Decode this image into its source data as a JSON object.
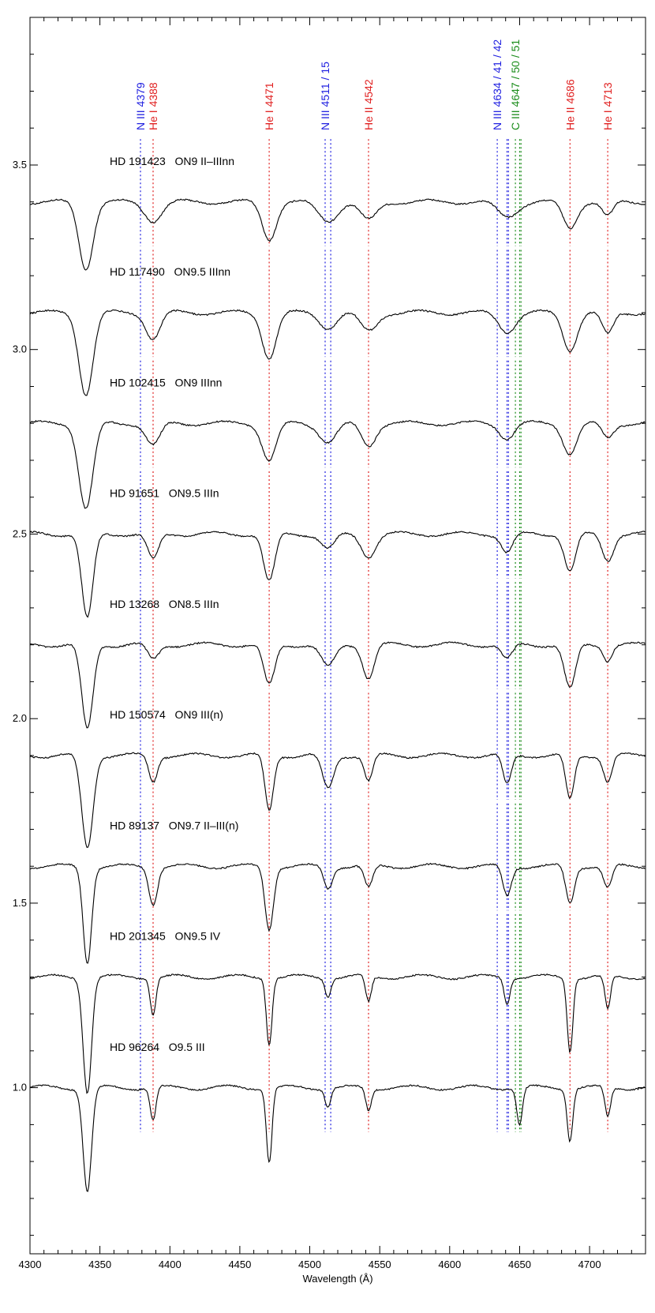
{
  "colors": {
    "N III": "#2020e0",
    "He I": "#e02020",
    "He II": "#e02020",
    "C III": "#1a8c1a",
    "spectrum": "#000000"
  },
  "chart_data": {
    "type": "line",
    "xlabel": "Wavelength (Å)",
    "ylabel": "",
    "xlim": [
      4300,
      4740
    ],
    "ylim": [
      0.55,
      3.9
    ],
    "x_ticks": [
      4300,
      4350,
      4400,
      4450,
      4500,
      4550,
      4600,
      4650,
      4700
    ],
    "y_ticks": [
      1.0,
      1.5,
      2.0,
      2.5,
      3.0,
      3.5
    ],
    "y_tick_labels": [
      "1.0",
      "1.5",
      "2.0",
      "2.5",
      "3.0",
      "3.5"
    ],
    "grid": false,
    "line_labels": [
      {
        "parts": [
          {
            "text": "N III",
            "species": "N III"
          },
          {
            "text": " 4379",
            "species": "N III"
          }
        ],
        "wavelengths": [
          4379
        ]
      },
      {
        "parts": [
          {
            "text": "He I",
            "species": "He I"
          },
          {
            "text": " 4388",
            "species": "He I"
          }
        ],
        "wavelengths": [
          4388
        ]
      },
      {
        "parts": [
          {
            "text": "He I",
            "species": "He I"
          },
          {
            "text": " 4471",
            "species": "He I"
          }
        ],
        "wavelengths": [
          4471
        ]
      },
      {
        "parts": [
          {
            "text": "N III",
            "species": "N III"
          },
          {
            "text": " 4511 / 15",
            "species": "N III"
          }
        ],
        "wavelengths": [
          4511,
          4515
        ]
      },
      {
        "parts": [
          {
            "text": "He II",
            "species": "He II"
          },
          {
            "text": " 4542",
            "species": "He II"
          }
        ],
        "wavelengths": [
          4542
        ]
      },
      {
        "parts": [
          {
            "text": "N III",
            "species": "N III"
          },
          {
            "text": " 4634 / 41 / 42",
            "species": "N III"
          }
        ],
        "wavelengths": [
          4634,
          4641,
          4642
        ]
      },
      {
        "parts": [
          {
            "text": "C III",
            "species": "C III"
          },
          {
            "text": " 4647 / 50 / 51",
            "species": "C III"
          }
        ],
        "wavelengths": [
          4647,
          4650,
          4651
        ]
      },
      {
        "parts": [
          {
            "text": "He II",
            "species": "He II"
          },
          {
            "text": " 4686",
            "species": "He II"
          }
        ],
        "wavelengths": [
          4686
        ]
      },
      {
        "parts": [
          {
            "text": "He I",
            "species": "He I"
          },
          {
            "text": " 4713",
            "species": "He I"
          }
        ],
        "wavelengths": [
          4713
        ]
      }
    ],
    "series": [
      {
        "name": "HD 191423   ON9 II–IIInn",
        "offset": 3.4,
        "lines": [
          {
            "w": 4340,
            "d": 0.18,
            "s": 5
          },
          {
            "w": 4388,
            "d": 0.05,
            "s": 6
          },
          {
            "w": 4471,
            "d": 0.1,
            "s": 5
          },
          {
            "w": 4513,
            "d": 0.05,
            "s": 7
          },
          {
            "w": 4542,
            "d": 0.05,
            "s": 6
          },
          {
            "w": 4641,
            "d": 0.04,
            "s": 7
          },
          {
            "w": 4686,
            "d": 0.07,
            "s": 5
          },
          {
            "w": 4713,
            "d": 0.04,
            "s": 4
          }
        ]
      },
      {
        "name": "HD 117490   ON9.5 IIInn",
        "offset": 3.1,
        "lines": [
          {
            "w": 4340,
            "d": 0.22,
            "s": 5
          },
          {
            "w": 4388,
            "d": 0.07,
            "s": 5
          },
          {
            "w": 4471,
            "d": 0.12,
            "s": 5
          },
          {
            "w": 4513,
            "d": 0.04,
            "s": 6
          },
          {
            "w": 4542,
            "d": 0.05,
            "s": 6
          },
          {
            "w": 4641,
            "d": 0.05,
            "s": 6
          },
          {
            "w": 4686,
            "d": 0.1,
            "s": 5
          },
          {
            "w": 4713,
            "d": 0.06,
            "s": 4
          }
        ]
      },
      {
        "name": "HD 102415   ON9 IIInn",
        "offset": 2.8,
        "lines": [
          {
            "w": 4340,
            "d": 0.23,
            "s": 5
          },
          {
            "w": 4388,
            "d": 0.06,
            "s": 5
          },
          {
            "w": 4471,
            "d": 0.1,
            "s": 5
          },
          {
            "w": 4513,
            "d": 0.05,
            "s": 6
          },
          {
            "w": 4542,
            "d": 0.06,
            "s": 5
          },
          {
            "w": 4641,
            "d": 0.04,
            "s": 5
          },
          {
            "w": 4686,
            "d": 0.08,
            "s": 5
          },
          {
            "w": 4713,
            "d": 0.04,
            "s": 4
          }
        ]
      },
      {
        "name": "HD 91651   ON9.5 IIIn",
        "offset": 2.5,
        "lines": [
          {
            "w": 4341,
            "d": 0.23,
            "s": 4
          },
          {
            "w": 4388,
            "d": 0.07,
            "s": 4
          },
          {
            "w": 4471,
            "d": 0.13,
            "s": 4
          },
          {
            "w": 4513,
            "d": 0.04,
            "s": 5
          },
          {
            "w": 4542,
            "d": 0.06,
            "s": 5
          },
          {
            "w": 4641,
            "d": 0.05,
            "s": 4
          },
          {
            "w": 4686,
            "d": 0.1,
            "s": 4
          },
          {
            "w": 4713,
            "d": 0.07,
            "s": 4
          }
        ]
      },
      {
        "name": "HD 13268   ON8.5 IIIn",
        "offset": 2.2,
        "lines": [
          {
            "w": 4341,
            "d": 0.23,
            "s": 4
          },
          {
            "w": 4388,
            "d": 0.04,
            "s": 4
          },
          {
            "w": 4471,
            "d": 0.11,
            "s": 4
          },
          {
            "w": 4513,
            "d": 0.06,
            "s": 5
          },
          {
            "w": 4542,
            "d": 0.09,
            "s": 4
          },
          {
            "w": 4641,
            "d": 0.04,
            "s": 4
          },
          {
            "w": 4686,
            "d": 0.12,
            "s": 4
          },
          {
            "w": 4713,
            "d": 0.04,
            "s": 3
          }
        ]
      },
      {
        "name": "HD 150574   ON9 III(n)",
        "offset": 1.9,
        "lines": [
          {
            "w": 4341,
            "d": 0.25,
            "s": 4
          },
          {
            "w": 4388,
            "d": 0.07,
            "s": 3
          },
          {
            "w": 4471,
            "d": 0.15,
            "s": 3
          },
          {
            "w": 4513,
            "d": 0.09,
            "s": 4
          },
          {
            "w": 4542,
            "d": 0.07,
            "s": 3
          },
          {
            "w": 4641,
            "d": 0.08,
            "s": 3
          },
          {
            "w": 4686,
            "d": 0.12,
            "s": 3
          },
          {
            "w": 4713,
            "d": 0.07,
            "s": 3
          }
        ]
      },
      {
        "name": "HD 89137   ON9.7 II–III(n)",
        "offset": 1.6,
        "lines": [
          {
            "w": 4341,
            "d": 0.26,
            "s": 3
          },
          {
            "w": 4388,
            "d": 0.1,
            "s": 3
          },
          {
            "w": 4471,
            "d": 0.17,
            "s": 3
          },
          {
            "w": 4513,
            "d": 0.06,
            "s": 3
          },
          {
            "w": 4542,
            "d": 0.06,
            "s": 3
          },
          {
            "w": 4641,
            "d": 0.08,
            "s": 3
          },
          {
            "w": 4686,
            "d": 0.1,
            "s": 3
          },
          {
            "w": 4713,
            "d": 0.06,
            "s": 3
          }
        ]
      },
      {
        "name": "HD 201345   ON9.5 IV",
        "offset": 1.3,
        "lines": [
          {
            "w": 4341,
            "d": 0.31,
            "s": 3
          },
          {
            "w": 4388,
            "d": 0.1,
            "s": 2
          },
          {
            "w": 4471,
            "d": 0.18,
            "s": 2
          },
          {
            "w": 4513,
            "d": 0.05,
            "s": 2
          },
          {
            "w": 4542,
            "d": 0.07,
            "s": 2
          },
          {
            "w": 4641,
            "d": 0.07,
            "s": 2
          },
          {
            "w": 4686,
            "d": 0.2,
            "s": 2
          },
          {
            "w": 4713,
            "d": 0.09,
            "s": 2
          }
        ]
      },
      {
        "name": "HD 96264   O9.5 III",
        "offset": 1.0,
        "lines": [
          {
            "w": 4341,
            "d": 0.28,
            "s": 3
          },
          {
            "w": 4388,
            "d": 0.09,
            "s": 2
          },
          {
            "w": 4471,
            "d": 0.2,
            "s": 2
          },
          {
            "w": 4513,
            "d": 0.05,
            "s": 2
          },
          {
            "w": 4542,
            "d": 0.06,
            "s": 2
          },
          {
            "w": 4650,
            "d": 0.1,
            "s": 2
          },
          {
            "w": 4686,
            "d": 0.14,
            "s": 2
          },
          {
            "w": 4713,
            "d": 0.08,
            "s": 2
          }
        ]
      }
    ]
  }
}
